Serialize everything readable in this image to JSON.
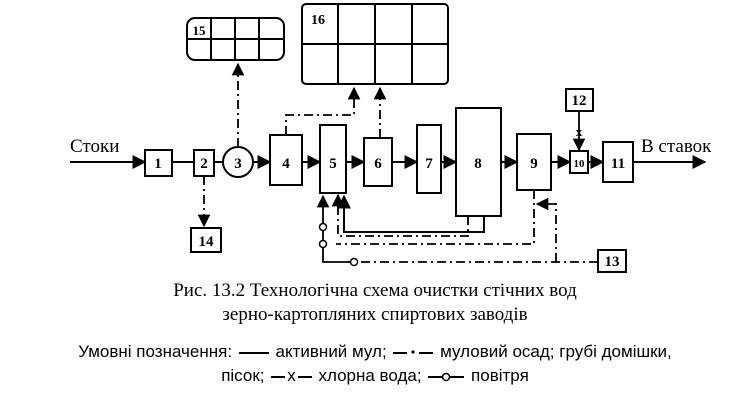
{
  "diagram": {
    "input_label": "Стоки",
    "output_label": "В ставок",
    "blocks": [
      "1",
      "2",
      "3",
      "4",
      "5",
      "6",
      "7",
      "8",
      "9",
      "10",
      "11",
      "12",
      "13",
      "14",
      "15",
      "16"
    ]
  },
  "caption": {
    "line1": "Рис.  13.2 Технологічна схема очистки стічних вод",
    "line2": "зерно-картопляних спиртових заводів"
  },
  "legend": {
    "prefix": "Умовні позначення:",
    "active_sludge": "активний мул;",
    "sludge_sediment": "муловий осад; грубі домішки,",
    "sand": "пісок;",
    "chlorine_water": "хлорна вода;",
    "air": "повітря",
    "x_mark": "х"
  }
}
